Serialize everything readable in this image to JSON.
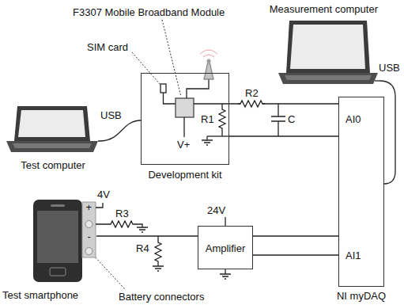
{
  "diagram": {
    "nodes": [
      {
        "text": [
          "Test computer"
        ]
      },
      {
        "text": [
          "Development kit"
        ]
      },
      {
        "text": [
          "Measurement computer"
        ]
      },
      {
        "text": [
          "AI0",
          "AI1",
          "NI myDAQ"
        ]
      },
      {
        "text": [
          "Test smartphone"
        ]
      },
      {
        "text": [
          "Amplifier"
        ]
      }
    ],
    "edges": [
      {
        "from": 0,
        "to": 1,
        "arrow": "none",
        "label": "USB"
      },
      {
        "from": 2,
        "to": 3,
        "arrow": "none",
        "label": "USB"
      },
      {
        "from": 1,
        "to": 3,
        "arrow": "none"
      },
      {
        "from": 1,
        "to": 3,
        "arrow": "none"
      },
      {
        "from": 4,
        "to": 5,
        "arrow": "none"
      },
      {
        "from": 5,
        "to": 3,
        "arrow": "none"
      },
      {
        "from": 5,
        "to": 3,
        "arrow": "none"
      }
    ],
    "labels": [
      "F3307 Mobile Broadband Module",
      "SIM card",
      "R2",
      "R1",
      "C",
      "V+",
      "4V",
      "+",
      "R3",
      "-",
      "R4",
      "24V",
      "Battery connectors"
    ]
  }
}
